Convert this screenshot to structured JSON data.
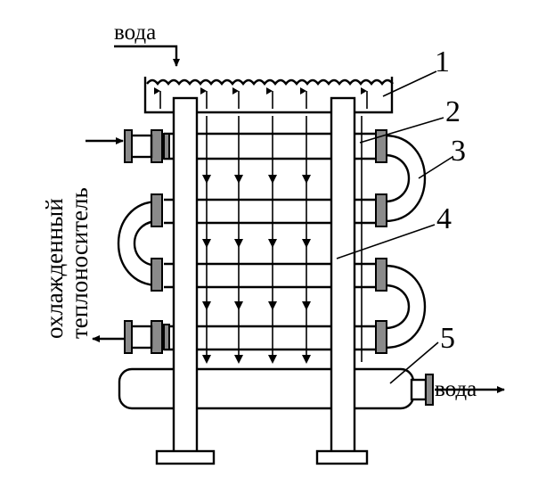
{
  "labels": {
    "water_in": "вода",
    "water_out": "вода",
    "coolant_line1": "охлажденный",
    "coolant_line2": "теплоноситель",
    "num1": "1",
    "num2": "2",
    "num3": "3",
    "num4": "4",
    "num5": "5"
  }
}
